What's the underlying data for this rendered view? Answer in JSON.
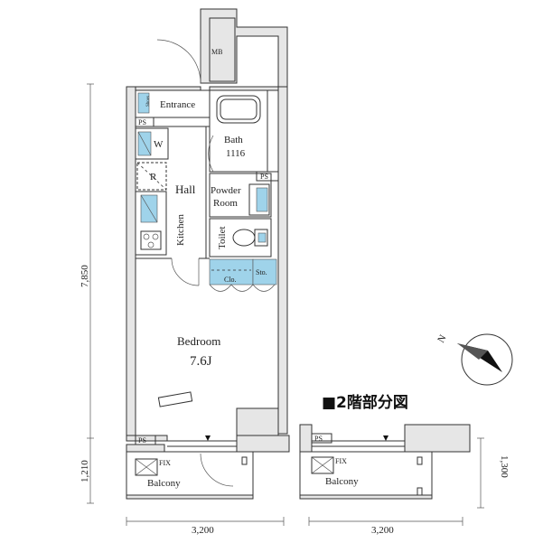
{
  "labels": {
    "mb": "MB",
    "shoes": "Shoes",
    "entrance": "Entrance",
    "ps_top": "PS",
    "w": "W",
    "bath": "Bath",
    "bath_size": "1116",
    "ps_bath": "PS",
    "r": "R",
    "hall": "Hall",
    "powder_line1": "Powder",
    "powder_line2": "Room",
    "kitchen": "Kitchen",
    "toilet": "Toilet",
    "clo": "Clo.",
    "sto": "Sto.",
    "bedroom": "Bedroom",
    "bedroom_size": "7.6J",
    "ps_balcony": "PS",
    "fix": "FIX",
    "balcony": "Balcony",
    "ps_balcony2": "PS",
    "fix2": "FIX",
    "balcony2": "Balcony"
  },
  "dimensions": {
    "height_main": "7,850",
    "height_balcony": "1,210",
    "width_main": "3,200",
    "width_balcony2": "3,200",
    "height_balcony2": "1,300"
  },
  "second_floor_title": "■2階部分図",
  "compass_label": "N"
}
